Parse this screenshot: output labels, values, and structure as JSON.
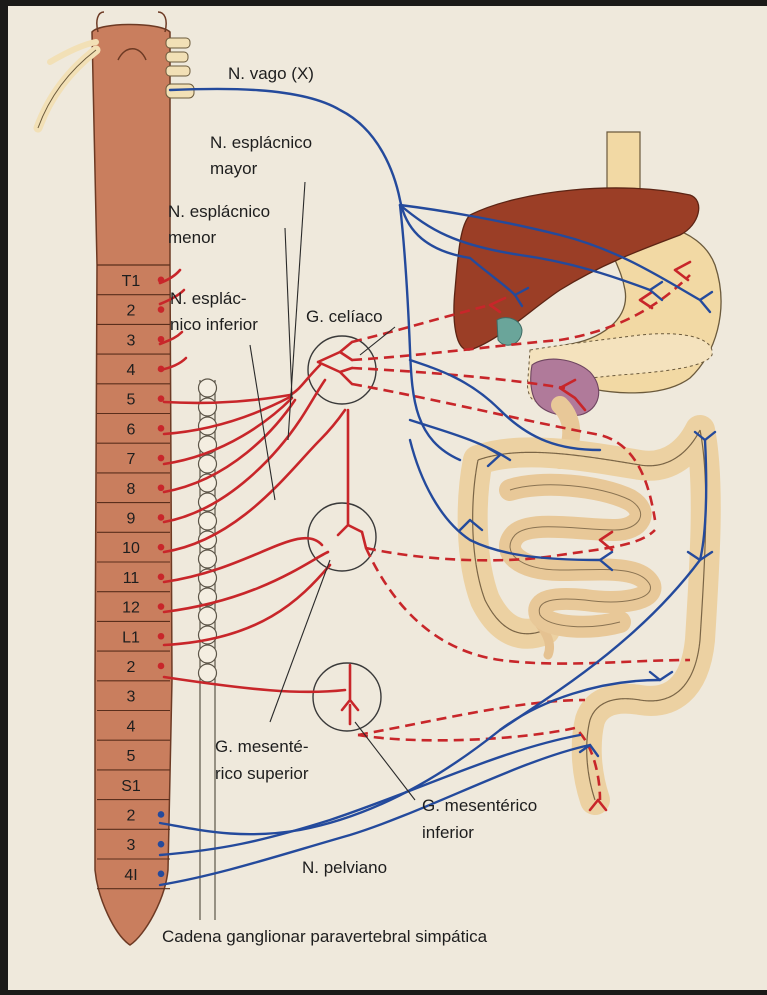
{
  "labels": {
    "vagus": "N. vago (X)",
    "splanchnic_major": [
      "N. esplácnico",
      "mayor"
    ],
    "splanchnic_minor": [
      "N. esplácnico",
      "menor"
    ],
    "splanchnic_inferior": [
      "N. esplác-",
      "nico inferior"
    ],
    "celiac": "G. celíaco",
    "mesenteric_superior": [
      "G. mesenté-",
      "rico superior"
    ],
    "mesenteric_inferior": [
      "G. mesentérico",
      "inferior"
    ],
    "pelvic": "N. pelviano",
    "chain": "Cadena ganglionar paravertebral simpática"
  },
  "segments": [
    "T1",
    "2",
    "3",
    "4",
    "5",
    "6",
    "7",
    "8",
    "9",
    "10",
    "11",
    "12",
    "L1",
    "2",
    "3",
    "4",
    "5",
    "S1",
    "2",
    "3",
    "4I"
  ],
  "colors": {
    "paper": "#efe9dc",
    "spinal_cord": "#c97e5e",
    "sympathetic": "#c8262a",
    "parasympathetic": "#244a9c",
    "liver": "#9b3e26",
    "stomach": "#f2d9a4",
    "pancreas": "#b07a9a",
    "intestine": "#ecd1a2"
  }
}
